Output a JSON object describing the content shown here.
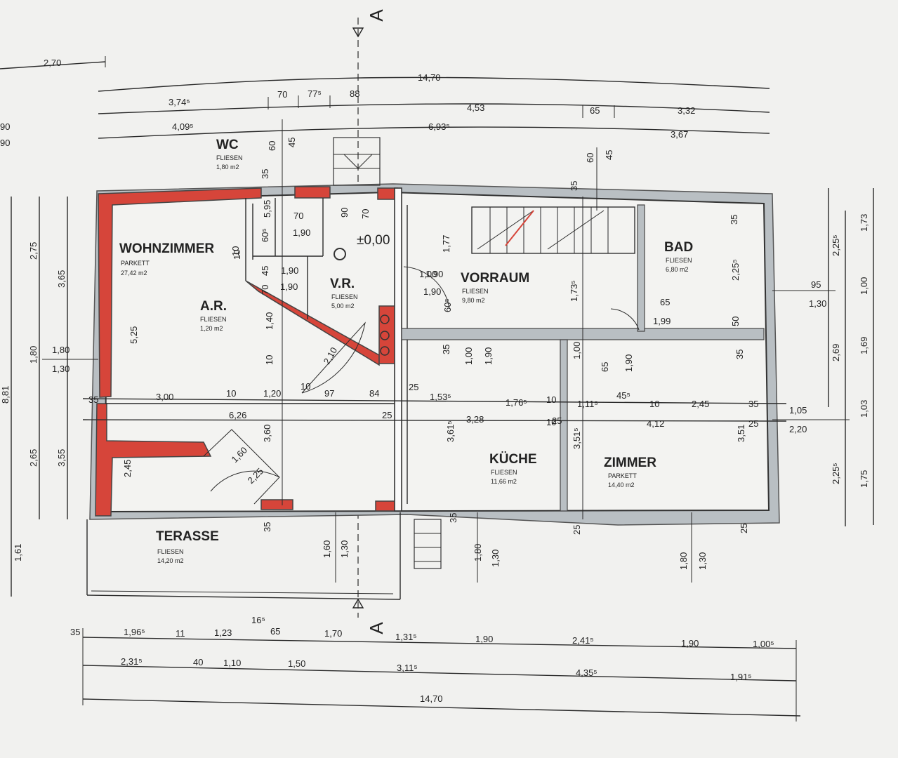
{
  "sections": {
    "top": "A",
    "bottom": "A"
  },
  "level": "±0,00",
  "rooms": {
    "wohnzimmer": {
      "name": "WOHNZIMMER",
      "floor": "PARKETT",
      "area": "27,42 m2"
    },
    "wc": {
      "name": "WC",
      "floor": "FLIESEN",
      "area": "1,80 m2"
    },
    "ar": {
      "name": "A.R.",
      "floor": "FLIESEN",
      "area": "1,20 m2"
    },
    "vr": {
      "name": "V.R.",
      "floor": "FLIESEN",
      "area": "5,00 m2"
    },
    "vorraum": {
      "name": "VORRAUM",
      "floor": "FLIESEN",
      "area": "9,80 m2"
    },
    "bad": {
      "name": "BAD",
      "floor": "FLIESEN",
      "area": "6,80 m2"
    },
    "kueche": {
      "name": "KÜCHE",
      "floor": "FLIESEN",
      "area": "11,66 m2"
    },
    "zimmer": {
      "name": "ZIMMER",
      "floor": "PARKETT",
      "area": "14,40 m2"
    },
    "terasse": {
      "name": "TERASSE",
      "floor": "FLIESEN",
      "area": "14,20 m2"
    }
  },
  "dims_top": {
    "d1": "2,70",
    "d2": "14,70",
    "r3": [
      "3,74⁵",
      "70",
      "77⁵",
      "88",
      "4,53",
      "65",
      "3,32"
    ],
    "r4": [
      "4,09⁵",
      "6,93⁵",
      "3,67"
    ]
  },
  "dims_bottom": {
    "r1": [
      "35",
      "1,96⁵",
      "11",
      "1,23",
      "16⁵",
      "65",
      "1,70",
      "1,31⁵",
      "1,90",
      "2,41⁵",
      "1,90",
      "1,00⁵"
    ],
    "r2": [
      "2,31⁵",
      "40",
      "1,10",
      "1,50",
      "3,11⁵",
      "4,35⁵",
      "1,91⁵"
    ],
    "r3": [
      "14,70"
    ]
  },
  "dims_left": [
    "8,81",
    "2,75",
    "3,65",
    "1,80",
    "2,65",
    "3,55",
    "1,61",
    "1,80",
    "1,30",
    "90",
    "90"
  ],
  "dims_right": [
    "2,25⁵",
    "1,73",
    "95",
    "1,30",
    "1,00",
    "2,69",
    "1,69",
    "1,03",
    "2,25⁵",
    "1,75"
  ],
  "dims_inner": [
    "60",
    "45",
    "60",
    "45",
    "35",
    "35",
    "70",
    "1,90",
    "5,95",
    "60⁵",
    "90",
    "70",
    "1,90",
    "1,90",
    "45",
    "70",
    "1,90",
    "1,40",
    "10",
    "10",
    "1,77",
    "1,73⁵",
    "1,00",
    "1,90",
    "60⁵",
    "35",
    "2,25⁵",
    "65",
    "1,99",
    "50",
    "1,00",
    "1,90",
    "35",
    "2,10",
    "5,25",
    "10",
    "3,00",
    "10",
    "1,20",
    "10",
    "97",
    "84",
    "6,26",
    "25",
    "1,53⁵",
    "1,76⁵",
    "10",
    "1,11⁵",
    "45⁵",
    "10",
    "2,45",
    "35",
    "1,05",
    "3,28",
    "10",
    "4,12",
    "25",
    "2,20",
    "3,61⁵",
    "3,51⁵",
    "3,51",
    "35",
    "2,45",
    "1,60",
    "2,25",
    "3,60",
    "35",
    "1,60",
    "1,30",
    "1,80",
    "1,30",
    "1,80",
    "1,30",
    "25",
    "25",
    "65",
    "1,00",
    "1,90",
    "35",
    "35",
    "25",
    "25"
  ]
}
